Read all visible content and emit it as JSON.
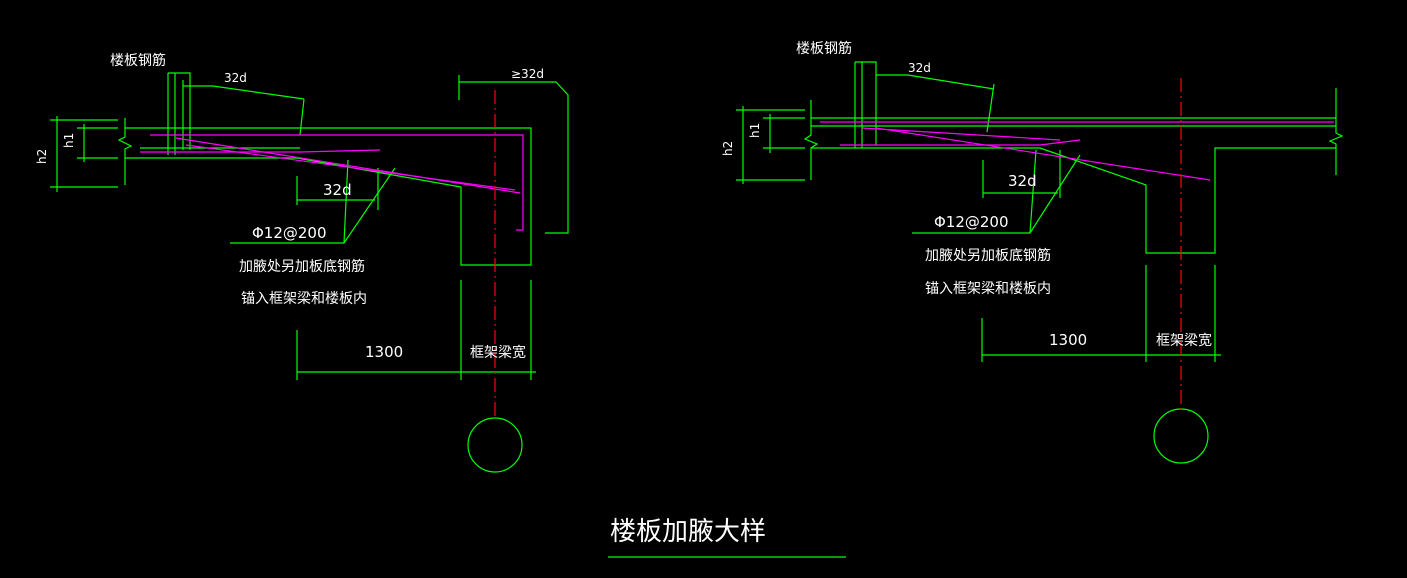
{
  "title": "楼板加腋大样",
  "colors": {
    "background": "#000000",
    "outline": "#00ff00",
    "rebar": "#ff00ff",
    "axis": "#ff0000",
    "text": "#ffffff"
  },
  "left_detail": {
    "slab_rebar_label": "楼板钢筋",
    "anchor_top": "32d",
    "anchor_beam": "≥32d",
    "anchor_haunch": "32d",
    "rebar_spec": "Φ12@200",
    "note_line1": "加腋处另加板底钢筋",
    "note_line2": "锚入框架梁和楼板内",
    "dim_haunch": "1300",
    "dim_beam": "框架梁宽",
    "h1": "h1",
    "h2": "h2"
  },
  "right_detail": {
    "slab_rebar_label": "楼板钢筋",
    "anchor_top": "32d",
    "anchor_haunch": "32d",
    "rebar_spec": "Φ12@200",
    "note_line1": "加腋处另加板底钢筋",
    "note_line2": "锚入框架梁和楼板内",
    "dim_haunch": "1300",
    "dim_beam": "框架梁宽",
    "h1": "h1",
    "h2": "h2"
  }
}
